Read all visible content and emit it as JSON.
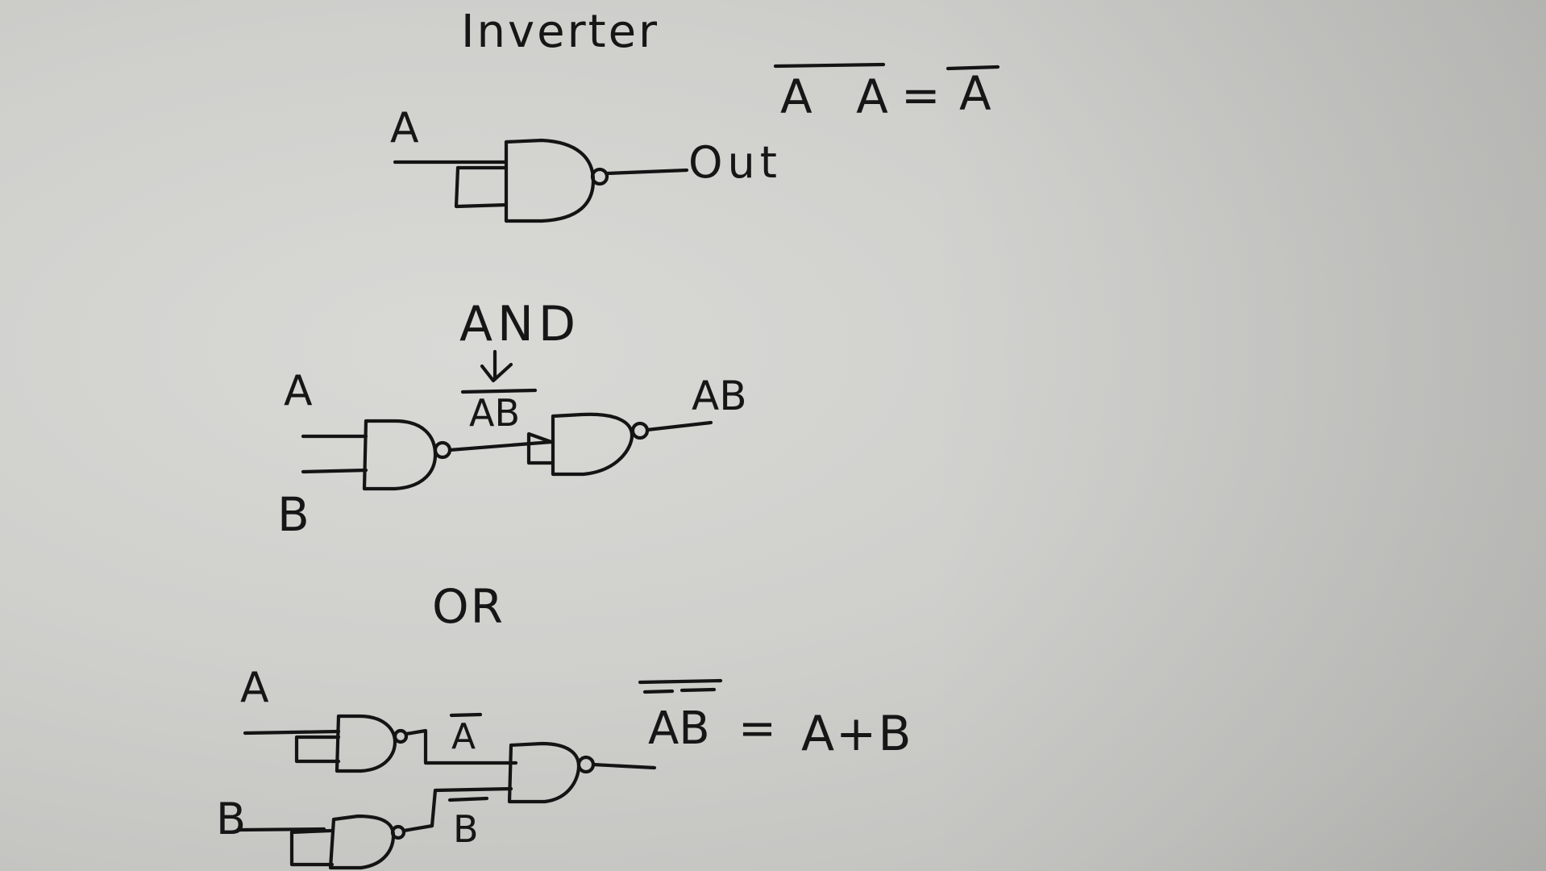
{
  "inverter": {
    "title": "Inverter",
    "equation_left": "A A",
    "equation_equals": "=",
    "equation_right": "A",
    "input_label": "A",
    "output_label": "Out"
  },
  "and_gate": {
    "title": "AND",
    "intermediate_label": "AB",
    "input_a": "A",
    "input_b": "B",
    "output_label": "AB"
  },
  "or_gate": {
    "title": "OR",
    "input_a": "A",
    "input_b": "B",
    "not_a_label": "A",
    "not_b_label": "B",
    "equation_left": "AB",
    "equation_equals": "=",
    "equation_right": "A+B"
  }
}
